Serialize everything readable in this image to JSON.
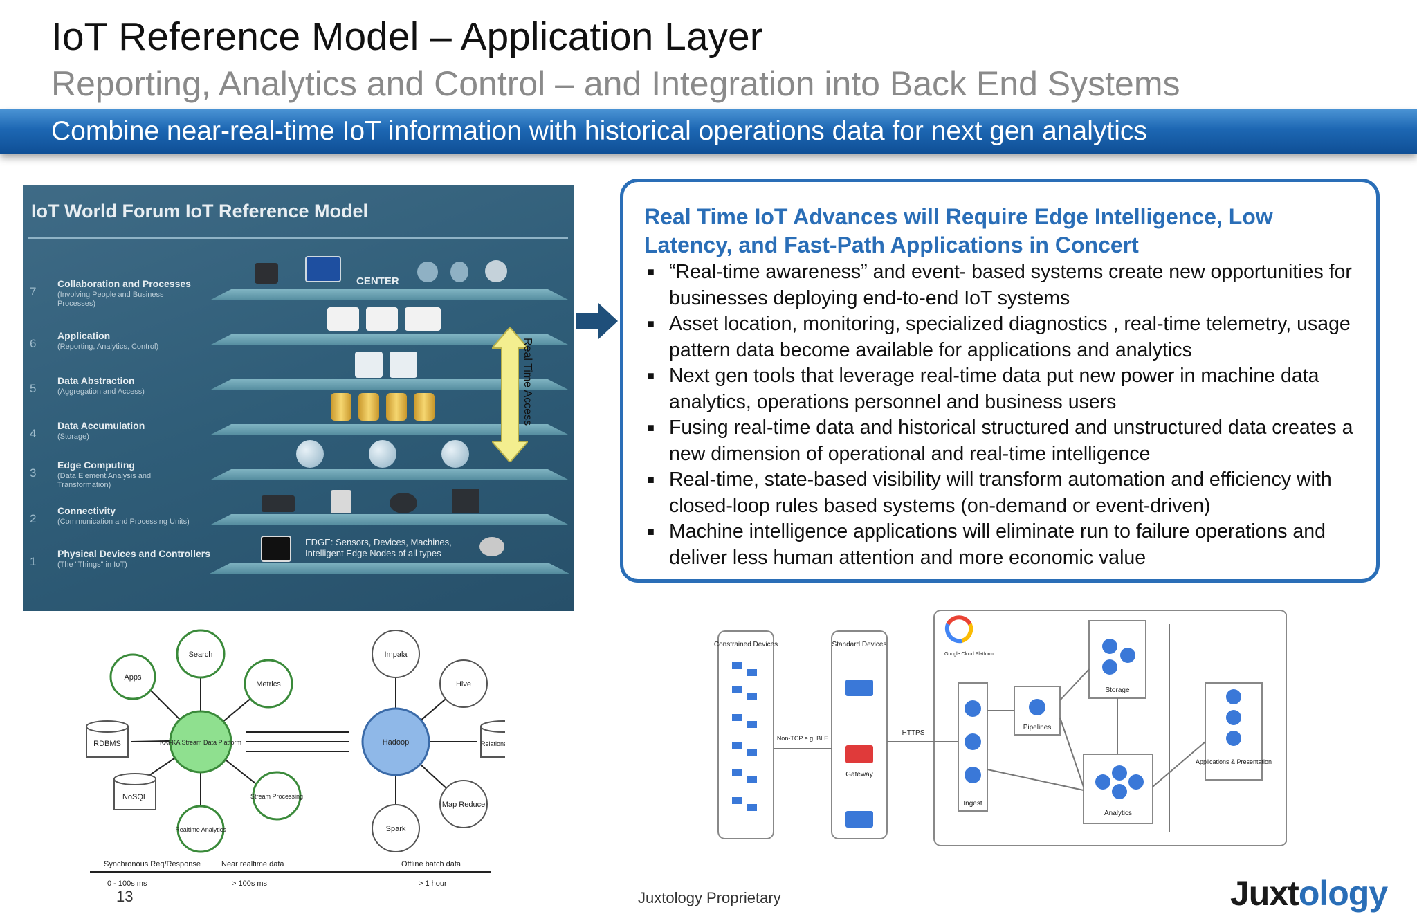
{
  "header": {
    "title": "IoT Reference Model – Application Layer",
    "subtitle": "Reporting, Analytics and Control – and Integration into Back End Systems"
  },
  "banner": {
    "text": "Combine near-real-time IoT information with historical operations data for next gen analytics",
    "color_top": "#4a93d4",
    "color_bottom": "#0f4f96"
  },
  "reference_model": {
    "title": "IoT World Forum IoT Reference Model",
    "center_label": "CENTER",
    "edge_label": "EDGE: Sensors, Devices, Machines, Intelligent Edge Nodes of all types",
    "access_label": "Real Time Access",
    "layers": [
      {
        "num": "7",
        "name": "Collaboration and Processes",
        "sub": "(Involving People and Business Processes)"
      },
      {
        "num": "6",
        "name": "Application",
        "sub": "(Reporting, Analytics, Control)"
      },
      {
        "num": "5",
        "name": "Data Abstraction",
        "sub": "(Aggregation and Access)"
      },
      {
        "num": "4",
        "name": "Data Accumulation",
        "sub": "(Storage)"
      },
      {
        "num": "3",
        "name": "Edge Computing",
        "sub": "(Data Element Analysis and Transformation)"
      },
      {
        "num": "2",
        "name": "Connectivity",
        "sub": "(Communication and Processing Units)"
      },
      {
        "num": "1",
        "name": "Physical Devices and Controllers",
        "sub": "(The \"Things\" in IoT)"
      }
    ]
  },
  "callout": {
    "heading": "Real Time IoT Advances will Require Edge Intelligence, Low Latency, and Fast-Path Applications in Concert",
    "bullet_mark": "■",
    "bullets": [
      "“Real-time awareness” and event- based systems create new opportunities for businesses deploying end-to-end IoT systems",
      "Asset location, monitoring, specialized diagnostics , real-time telemetry, usage pattern data become available for applications and analytics",
      "Next gen tools that leverage real-time data put new power in machine data analytics, operations personnel and business users",
      "Fusing real-time data and historical structured and unstructured data creates a new dimension of operational and real-time intelligence",
      "Real-time, state-based visibility will transform automation and efficiency with closed-loop rules based systems (on-demand or event-driven)",
      "Machine intelligence applications will eliminate run to failure operations and deliver less human attention and more economic value"
    ],
    "border_color": "#2a6eb7"
  },
  "kafka_diagram": {
    "hub_left": "KAFKA Stream Data Platform",
    "hub_right": "Hadoop",
    "nodes_left": [
      "Search",
      "Apps",
      "Metrics",
      "RDBMS",
      "NoSQL",
      "Stream Processing",
      "Realtime Analytics"
    ],
    "nodes_right": [
      "Impala",
      "Hive",
      "Relational DWH",
      "Map Reduce",
      "Spark"
    ],
    "axis": {
      "left_top": "Synchronous Req/Response",
      "left_bottom": "0 - 100s ms",
      "mid_top": "Near realtime data",
      "mid_bottom": "> 100s ms",
      "right_top": "Offline batch data",
      "right_bottom": "> 1 hour"
    }
  },
  "gcp_diagram": {
    "constrained": "Constrained Devices",
    "standard": "Standard Devices",
    "gateway": "Gateway",
    "non_tcp": "Non-TCP e.g. BLE",
    "https": "HTTPS",
    "cloud_label": "Google Cloud Platform",
    "ingest": "Ingest",
    "pipelines": "Pipelines",
    "storage": "Storage",
    "analytics": "Analytics",
    "apps": "Applications & Presentation"
  },
  "footer": {
    "page_number": "13",
    "proprietary": "Juxtology Proprietary",
    "logo_part1": "Juxt",
    "logo_part2": "ology"
  }
}
